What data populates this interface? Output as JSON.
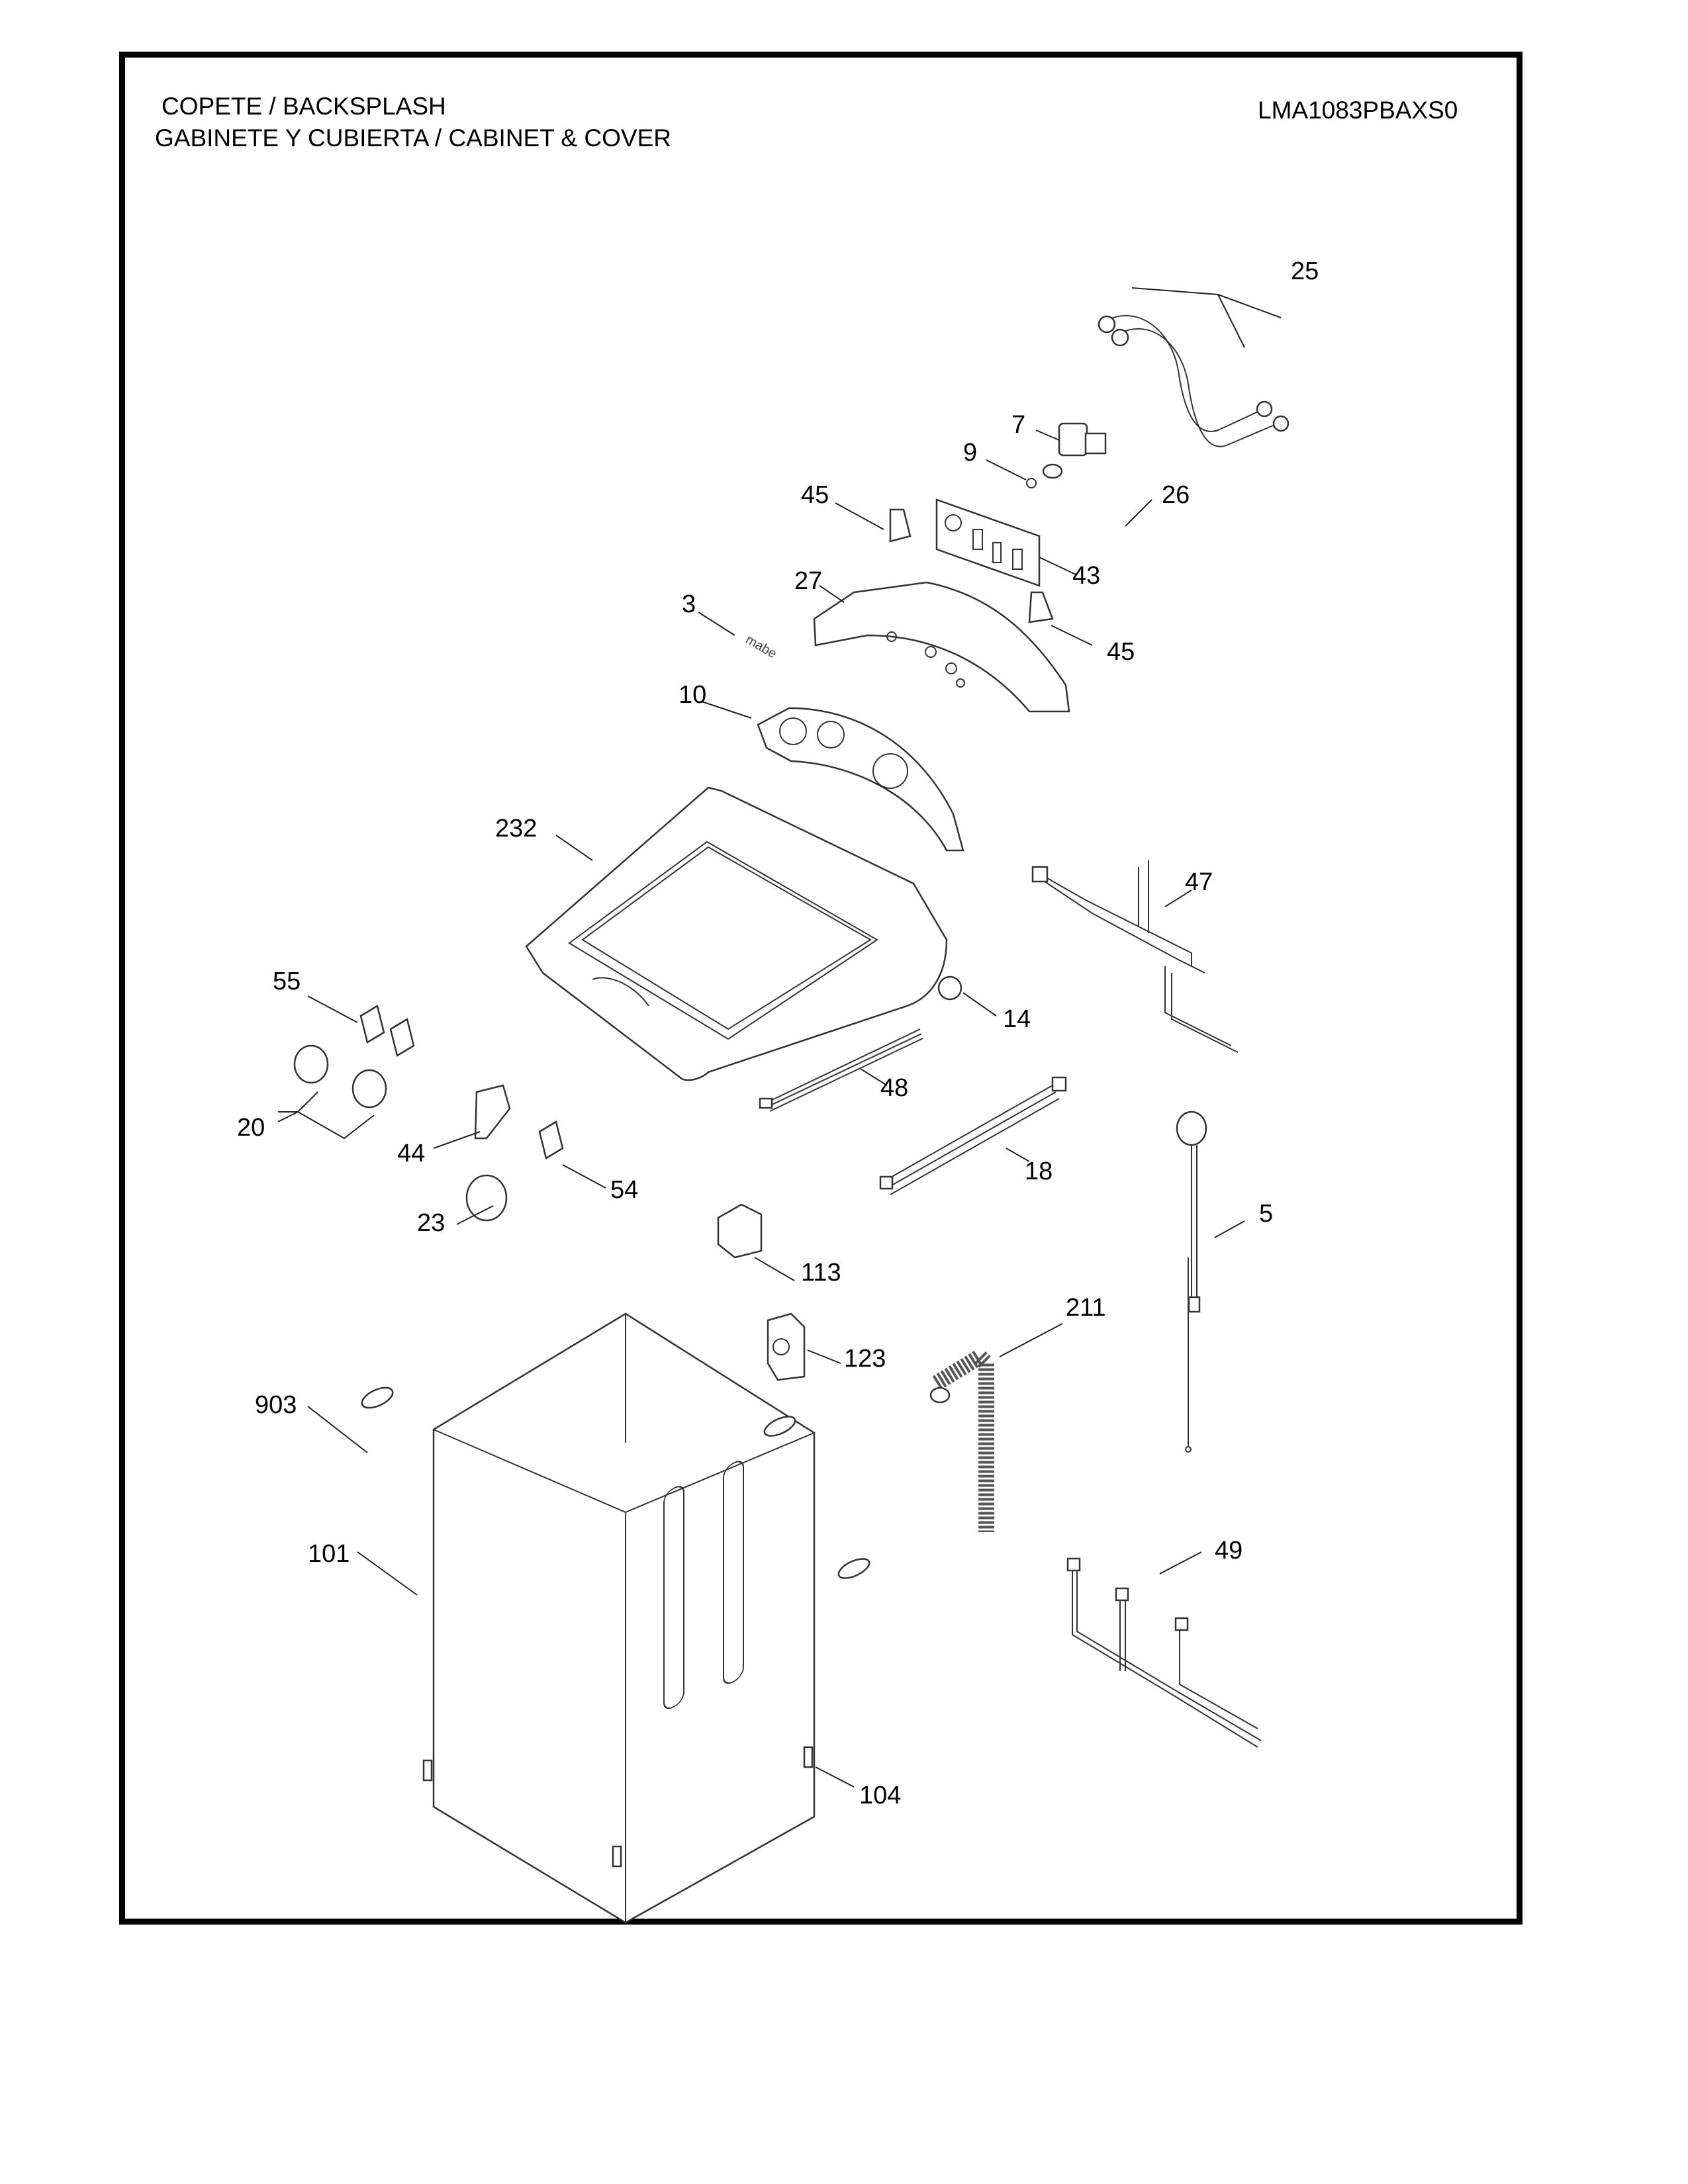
{
  "header": {
    "title_line1": "COPETE / BACKSPLASH",
    "title_line2": "GABINETE Y CUBIERTA / CABINET & COVER",
    "model_number": "LMA1083PBAXS0"
  },
  "callouts": [
    {
      "id": "c25",
      "number": "25",
      "part": "inlet-hoses"
    },
    {
      "id": "c7",
      "number": "7",
      "part": "water-valve"
    },
    {
      "id": "c9",
      "number": "9",
      "part": "hose-clamp"
    },
    {
      "id": "c45a",
      "number": "45",
      "part": "bracket"
    },
    {
      "id": "c26",
      "number": "26",
      "part": "hose-elbow"
    },
    {
      "id": "c43",
      "number": "43",
      "part": "control-board"
    },
    {
      "id": "c27",
      "number": "27",
      "part": "backsplash-console"
    },
    {
      "id": "c3",
      "number": "3",
      "part": "mabe-logo-badge"
    },
    {
      "id": "c45b",
      "number": "45",
      "part": "bracket"
    },
    {
      "id": "c10",
      "number": "10",
      "part": "control-panel-overlay"
    },
    {
      "id": "c232",
      "number": "232",
      "part": "top-cover"
    },
    {
      "id": "c47",
      "number": "47",
      "part": "wire-harness"
    },
    {
      "id": "c55",
      "number": "55",
      "part": "selector-switches"
    },
    {
      "id": "c14",
      "number": "14",
      "part": "pressure-switch"
    },
    {
      "id": "c48",
      "number": "48",
      "part": "wire-harness"
    },
    {
      "id": "c20",
      "number": "20",
      "part": "knobs"
    },
    {
      "id": "c44",
      "number": "44",
      "part": "push-button-switch"
    },
    {
      "id": "c18",
      "number": "18",
      "part": "wire-harness"
    },
    {
      "id": "c54",
      "number": "54",
      "part": "selector-switch"
    },
    {
      "id": "c5",
      "number": "5",
      "part": "power-cord"
    },
    {
      "id": "c23",
      "number": "23",
      "part": "timer-knob"
    },
    {
      "id": "c113",
      "number": "113",
      "part": "lid-lock"
    },
    {
      "id": "c211",
      "number": "211",
      "part": "drain-hose"
    },
    {
      "id": "c123",
      "number": "123",
      "part": "hose-bracket"
    },
    {
      "id": "c903",
      "number": "903",
      "part": "cabinet-grommet"
    },
    {
      "id": "c101",
      "number": "101",
      "part": "cabinet"
    },
    {
      "id": "c49",
      "number": "49",
      "part": "wire-harness"
    },
    {
      "id": "c104",
      "number": "104",
      "part": "leveling-legs"
    }
  ]
}
